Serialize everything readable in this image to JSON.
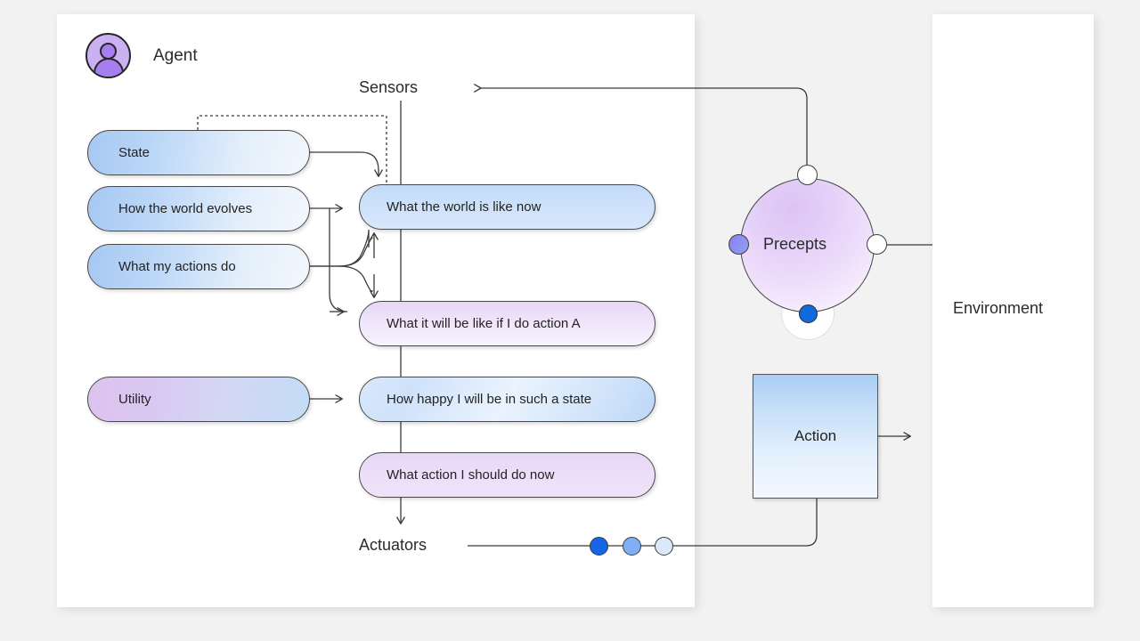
{
  "background_color": "#f2f2f2",
  "agent": {
    "panel_label": "Agent",
    "avatar_icon": "user-avatar-icon",
    "sensors_label": "Sensors",
    "actuators_label": "Actuators",
    "knowledge_nodes": [
      {
        "id": "state",
        "label": "State"
      },
      {
        "id": "world-evolves",
        "label": "How the world evolves"
      },
      {
        "id": "my-actions",
        "label": "What my actions do"
      },
      {
        "id": "utility",
        "label": "Utility"
      }
    ],
    "reasoning_nodes": [
      {
        "id": "world-now",
        "label": "What the world is like now"
      },
      {
        "id": "action-a",
        "label": "What it will be like if I do action A"
      },
      {
        "id": "happy",
        "label": "How happy I will be in such a state"
      },
      {
        "id": "should-do",
        "label": "What action I should do now"
      }
    ]
  },
  "environment": {
    "panel_label": "Environment",
    "precepts_label": "Precepts",
    "action_label": "Action"
  },
  "colors": {
    "accent_blue": "#1565e8",
    "accent_blue_mid": "#81aef4",
    "accent_blue_light": "#dce9fb",
    "accent_purple": "#a77ef0",
    "stroke": "#4a4a4a",
    "panel": "#ffffff"
  }
}
